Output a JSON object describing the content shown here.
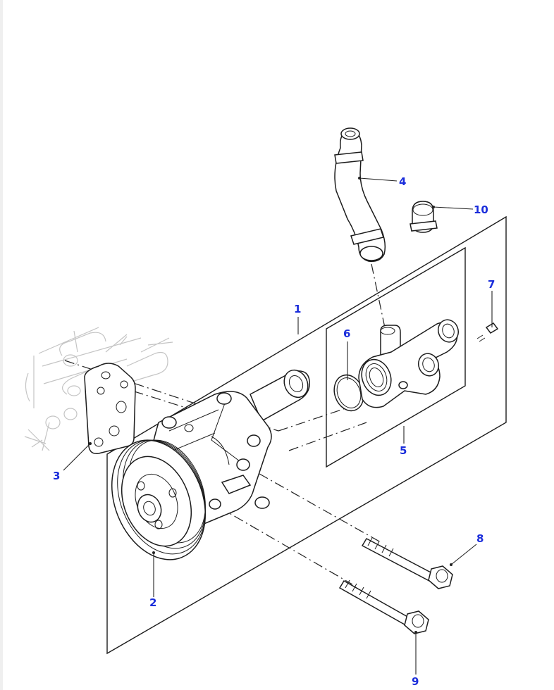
{
  "colors": {
    "callout": "#1a2ddb",
    "line": "#1c1c1c",
    "ghost": "#c4c4c4"
  },
  "callouts": {
    "c1": "1",
    "c2": "2",
    "c3": "3",
    "c4": "4",
    "c5": "5",
    "c6": "6",
    "c7": "7",
    "c8": "8",
    "c9": "9",
    "c10": "10"
  }
}
